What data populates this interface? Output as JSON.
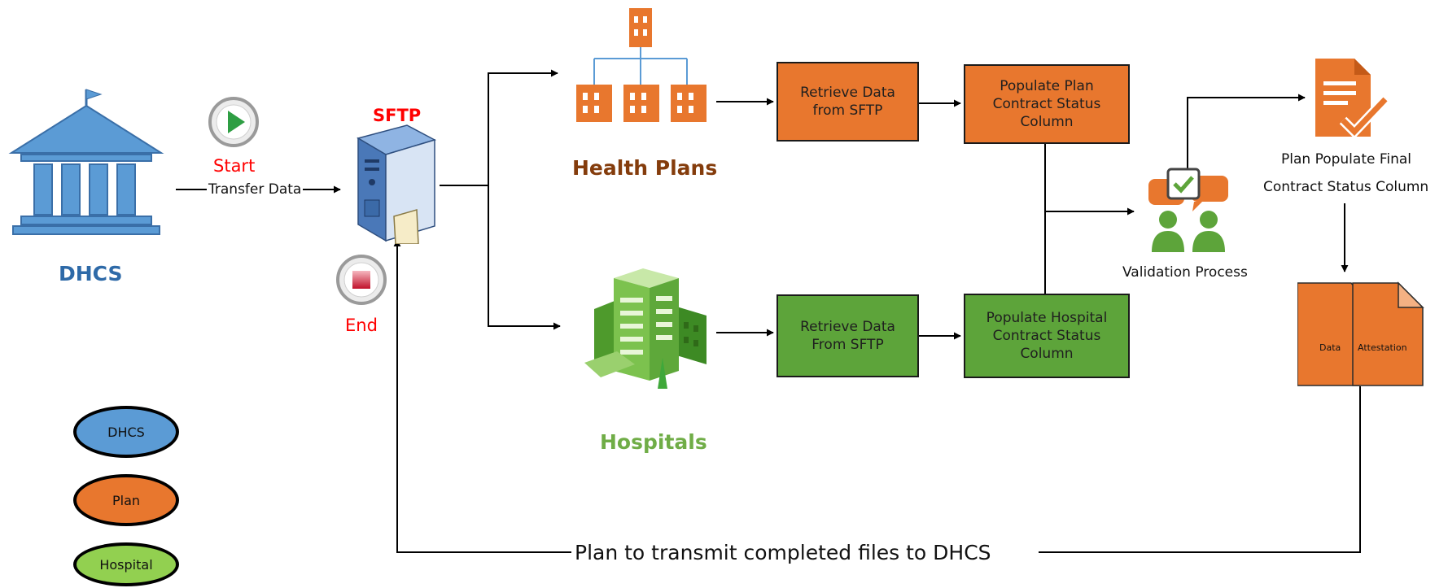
{
  "colors": {
    "dhcs": "#5b9bd5",
    "plan": "#e8772e",
    "hospital": "#5da43a",
    "hospital_legend": "#92d050",
    "start": "#2e9e43",
    "end": "#c0102a",
    "sftp_label": "#ff0000",
    "health_plans_text": "#843c0c",
    "hospitals_text": "#70ad47"
  },
  "nodes": {
    "dhcs": {
      "label": "DHCS",
      "icon": "government-building-icon"
    },
    "start": {
      "label": "Start",
      "icon": "play-icon"
    },
    "transfer": {
      "label": "Transfer Data"
    },
    "sftp": {
      "label": "SFTP",
      "icon": "server-icon"
    },
    "end": {
      "label": "End",
      "icon": "stop-icon"
    },
    "health_plans": {
      "label": "Health Plans",
      "icon": "org-buildings-icon"
    },
    "hospitals": {
      "label": "Hospitals",
      "icon": "hospital-building-icon"
    },
    "plan_retrieve": {
      "label": "Retrieve Data\nfrom SFTP"
    },
    "plan_populate": {
      "label": "Populate Plan\nContract Status\nColumn"
    },
    "hosp_retrieve": {
      "label": "Retrieve Data\nFrom SFTP"
    },
    "hosp_populate": {
      "label": "Populate Hospital\nContract Status\nColumn"
    },
    "validation": {
      "label": "Validation Process",
      "icon": "people-chat-check-icon"
    },
    "final": {
      "label_line1": "Plan Populate Final",
      "label_line2": "Contract Status Column",
      "icon": "document-check-icon"
    },
    "files": {
      "data": "Data",
      "attestation": "Attestation",
      "icon": "file-icon"
    },
    "return_flow": {
      "label": "Plan to transmit completed files to DHCS"
    }
  },
  "legend": [
    {
      "label": "DHCS"
    },
    {
      "label": "Plan"
    },
    {
      "label": "Hospital"
    }
  ]
}
